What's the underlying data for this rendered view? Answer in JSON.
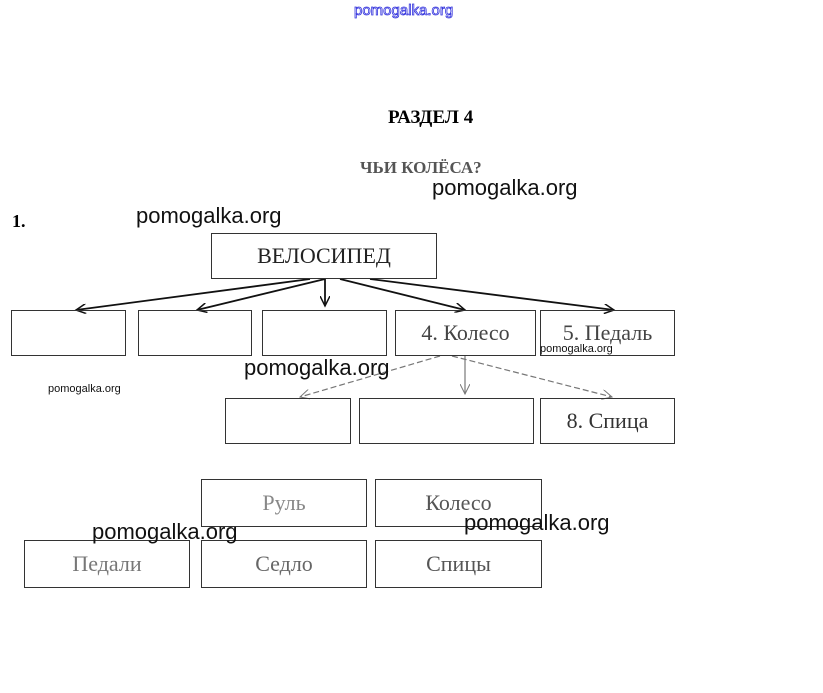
{
  "watermark": "pomogalka.org",
  "header": {
    "section": "РАЗДЕЛ 4",
    "title": "ЧЬИ КОЛЁСА?"
  },
  "task_number": "1.",
  "diagram": {
    "root": "ВЕЛОСИПЕД",
    "level1": [
      "",
      "",
      "",
      "4. Колесо",
      "5. Педаль"
    ],
    "level2": [
      "",
      "",
      "8. Спица"
    ]
  },
  "word_bank": [
    "Руль",
    "Колесо",
    "Педали",
    "Седло",
    "Спицы"
  ]
}
